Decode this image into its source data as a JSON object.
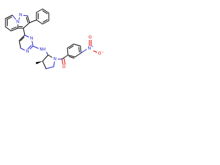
{
  "atoms": {
    "n_pyrazolo_bridge": "N",
    "n_pyrazolo": "N",
    "n_pyrimidine_top": "N",
    "n_pyrimidine_bottom": "N",
    "nh_linker": "NH",
    "n_pyrrolidine": "N",
    "o_carbonyl": "O",
    "n_nitro": "N",
    "nitro_plus": "+",
    "o_nitro_top": "O",
    "o_nitro_bottom": "O",
    "o_nitro_minus": "−"
  },
  "colors": {
    "carbon": "#000000",
    "nitrogen": "#1f1fd6",
    "oxygen": "#e00000"
  }
}
